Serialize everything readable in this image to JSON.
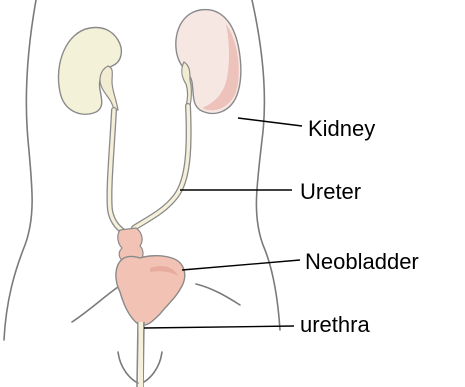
{
  "labels": {
    "kidney": "Kidney",
    "ureter": "Ureter",
    "neobladder": "Neobladder",
    "urethra": "urethra"
  },
  "colors": {
    "outline": "#7a7a7a",
    "kidney_left_fill": "#f3f2d8",
    "kidney_right_fill": "#f6e7e3",
    "kidney_right_blush": "#eab5ad",
    "pelvis_fill": "#f2edd2",
    "ureter_fill": "#f5f0da",
    "bladder_fill": "#f2c3b5",
    "bladder_shade": "#e3a697",
    "leader_line": "#000000"
  }
}
